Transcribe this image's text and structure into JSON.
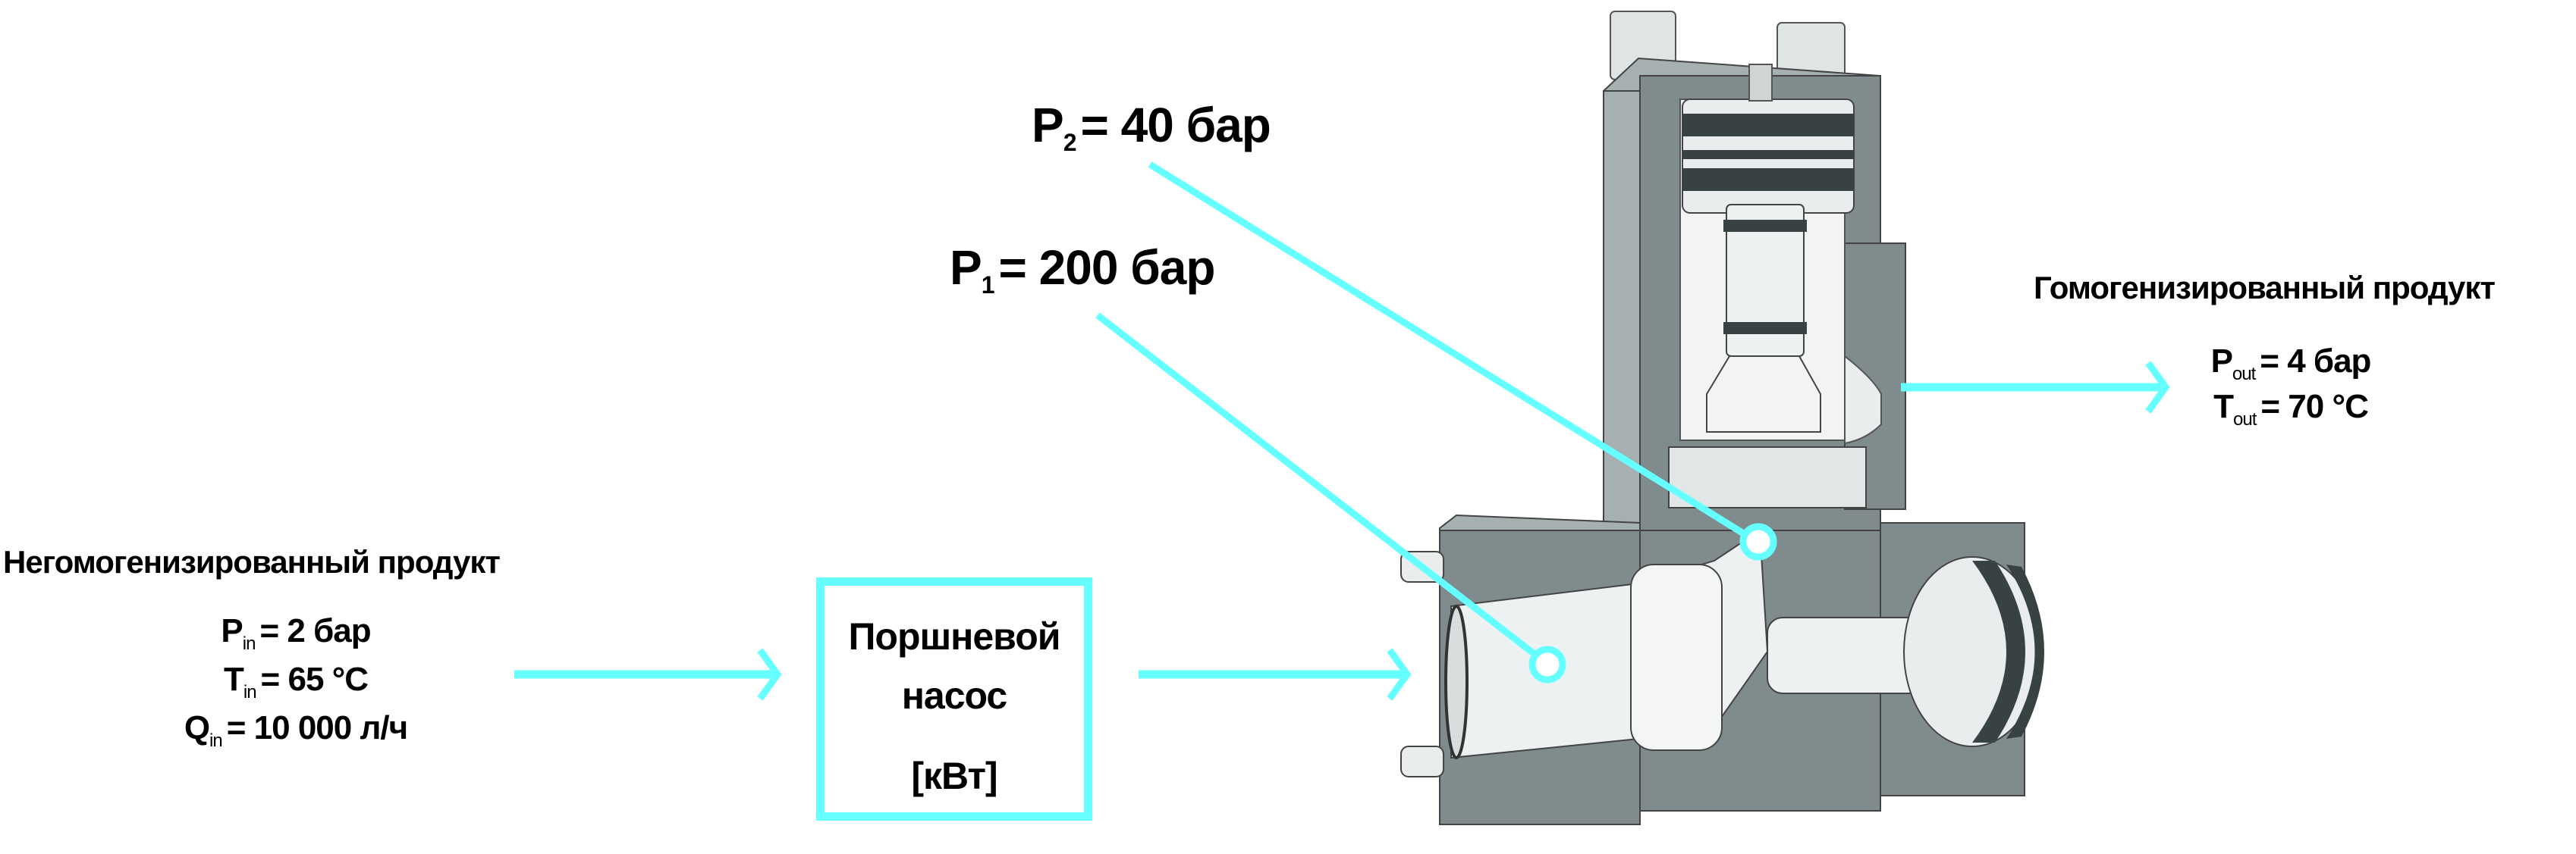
{
  "colors": {
    "accent": "#66ffff",
    "body_gray": "#7f8b8c",
    "body_light": "#a7b0b1",
    "internals": "#e9eded",
    "seal_dark": "#384242"
  },
  "inlet": {
    "title": "Негомогенизированный продукт",
    "params": [
      {
        "symbol": "P",
        "sub": "in",
        "value": "= 2 бар"
      },
      {
        "symbol": "T",
        "sub": "in",
        "value": "= 65 °C"
      },
      {
        "symbol": "Q",
        "sub": "in",
        "value": "= 10 000 л/ч"
      }
    ]
  },
  "pump": {
    "line1": "Поршневой",
    "line2": "насос",
    "unit": "[кВт]"
  },
  "callouts": {
    "p2": {
      "symbol": "P",
      "sub": "2",
      "value": "= 40 бар"
    },
    "p1": {
      "symbol": "P",
      "sub": "1",
      "value": "= 200 бар"
    }
  },
  "outlet": {
    "title": "Гомогенизированный продукт",
    "params": [
      {
        "symbol": "P",
        "sub": "out",
        "value": "= 4 бар"
      },
      {
        "symbol": "T",
        "sub": "out",
        "value": "= 70 °C"
      }
    ]
  }
}
